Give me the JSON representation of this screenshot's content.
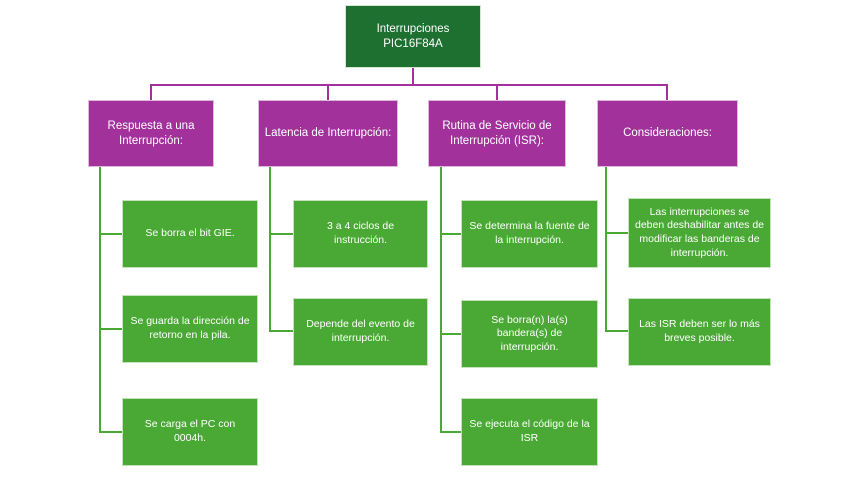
{
  "diagram": {
    "root": {
      "text": "Interrupciones PIC16F84A"
    },
    "columns": [
      {
        "header": "Respuesta a una Interrupción:",
        "children": [
          "Se borra el bit GIE.",
          "Se guarda la dirección de retorno en la pila.",
          "Se carga el PC con 0004h."
        ]
      },
      {
        "header": "Latencia de Interrupción:",
        "children": [
          "3 a 4 ciclos de instrucción.",
          "Depende del evento de interrupción."
        ]
      },
      {
        "header": "Rutina de Servicio de Interrupción (ISR):",
        "children": [
          "Se determina la fuente de la interrupción.",
          "Se borra(n) la(s) bandera(s) de interrupción.",
          "Se ejecuta el código de la ISR"
        ]
      },
      {
        "header": "Consideraciones:",
        "children": [
          "Las interrupciones se deben deshabilitar antes de modificar las banderas de interrupción.",
          "Las ISR deben ser lo más breves posible."
        ]
      }
    ],
    "colors": {
      "root_fill": "#1E7030",
      "header_fill": "#A2319B",
      "child_fill": "#4AA935",
      "connector_top": "#A2319B",
      "connector_column": "#4AA935",
      "text": "#FFFFFF",
      "background": "#FFFFFF"
    }
  }
}
